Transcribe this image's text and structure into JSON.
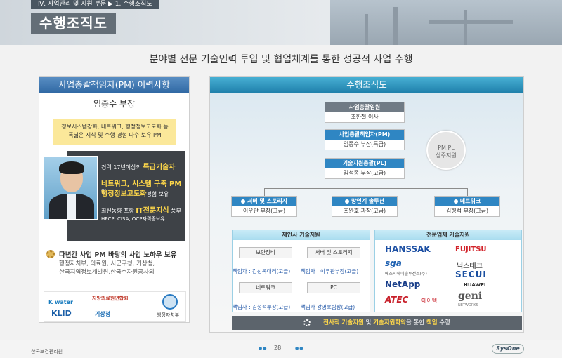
{
  "header": {
    "breadcrumb": "Ⅳ. 사업관리 및 지원 부문  ▶ 1. 수행조직도",
    "title": "수행조직도"
  },
  "headline": "분야별 전문 기술인력 투입 및 협업체계를 통한 성공적 사업 수행",
  "left_panel": {
    "title": "사업총괄책임자(PM) 이력사항",
    "name": "임종수 부장",
    "desc_line1": "정보시스템강화, 네트워크, 행정정보고도화 등",
    "desc_line2": "폭넓은 지식 및 수행 경험 다수 보유 PM",
    "career": {
      "l1_pre": "경력 17년이상의 ",
      "l1_hl": "특급기술자",
      "l2_hl": "네트워크, 시스템 구축 PM",
      "l2_post": " 및",
      "l3_hl": "행정정보고도화",
      "l3_post": "경험 보유",
      "l4_pre": "최신동향 포함 ",
      "l4_hl": "IT전문지식",
      "l4_post": " 풍부",
      "l5": "HPCP, CISA, OCP자격증보유"
    },
    "experience_title": "다년간 사업 PM 바탕의 사업 노하우 보유",
    "experience_line1": "행정자치부, 의료원, 시군구청, 기상청,",
    "experience_line2": "한국지역정보개발원,한국수자원공사외",
    "logos": [
      "K water",
      "KLID",
      "지방의료원연합회",
      "기상청",
      "행정자치부"
    ]
  },
  "right_panel": {
    "title": "수행조직도",
    "exec": {
      "role": "사업총괄임원",
      "name": "조한철 이사"
    },
    "pm": {
      "role": "사업총괄책임자(PM)",
      "name": "임종수 부장(특급)"
    },
    "pl": {
      "role": "기술지원총괄(PL)",
      "name": "김석종 부장(고급)"
    },
    "pmpl": {
      "line1": "PM,PL",
      "line2": "상주지원"
    },
    "teams": [
      {
        "role": "서버 및 스토리지",
        "name": "이우관 부장(고급)"
      },
      {
        "role": "망연계 솔루션",
        "name": "조완호 과장(고급)"
      },
      {
        "role": "네트워크",
        "name": "김형석 부장(고급)"
      }
    ],
    "proposer": {
      "title": "제안사 기술지원",
      "items": [
        "보안장비",
        "서버 및 스토리지",
        "네트워크",
        "PC"
      ],
      "managers": [
        "책임자 : 김선욱대리(고급)",
        "책임자 : 이우관부장(고급)",
        "책임자 : 김형석부장(고급)",
        "책임자  강영호팀장(고급)"
      ]
    },
    "vendors": {
      "title": "전문업체 기술지원",
      "names": [
        "HANSSAK",
        "FUJITSU",
        "sga",
        "닉스테크",
        "에스지에이솔루션즈(주)",
        "SECUI",
        "NetApp",
        "HUAWEI",
        "ATEC",
        "에이텍",
        "geni",
        "NETWORKS"
      ]
    },
    "bottom": {
      "hl1": "전사적 기술지원",
      "mid": " 및 ",
      "hl2": "기술지원학악",
      "mid2": "을 통한 ",
      "hl3": "책임",
      "post": " 수행"
    }
  },
  "footer": {
    "org": "한국보건관리원",
    "page": "28",
    "brand": "SysOne"
  },
  "colors": {
    "title_blue": "#2f68a3",
    "org_blue": "#2f86c3",
    "highlight_yellow": "#ffd84a",
    "header_gray": "#646e77"
  }
}
